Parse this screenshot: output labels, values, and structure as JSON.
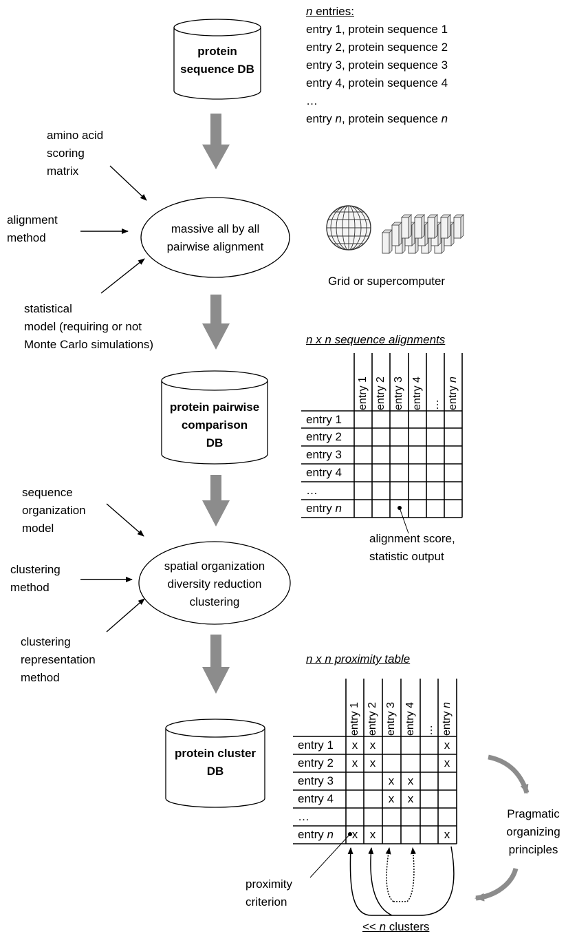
{
  "databases": {
    "sequence_db": [
      "protein",
      "sequence DB"
    ],
    "pairwise_db": [
      "protein pairwise",
      "comparison",
      "DB"
    ],
    "cluster_db": [
      "protein cluster",
      "DB"
    ]
  },
  "processes": {
    "alignment": [
      "massive all by all",
      "pairwise alignment"
    ],
    "clustering": [
      "spatial organization",
      "diversity reduction",
      "clustering"
    ]
  },
  "inputs": {
    "scoring_matrix": [
      "amino acid",
      "scoring",
      "matrix"
    ],
    "alignment_method": [
      "alignment",
      "method"
    ],
    "statistical_model": [
      "statistical",
      "model (requiring or not",
      "Monte Carlo simulations)"
    ],
    "organization_model": [
      "sequence",
      "organization",
      "model"
    ],
    "clustering_method": [
      "clustering",
      "method"
    ],
    "representation_method": [
      "clustering",
      "representation",
      "method"
    ]
  },
  "entries_list": {
    "heading_n": "n",
    "heading_rest": " entries:",
    "rows": [
      "entry 1, protein sequence 1",
      "entry 2, protein sequence 2",
      "entry 3, protein sequence 3",
      "entry 4, protein sequence 4",
      "…"
    ],
    "last_prefix": "entry ",
    "last_n": "n",
    "last_mid": ", protein sequence ",
    "last_n2": "n"
  },
  "compute": {
    "label": "Grid or supercomputer"
  },
  "alignment_table": {
    "title": "n x n sequence alignments",
    "columns": [
      "entry 1",
      "entry 2",
      "entry 3",
      "entry 4",
      "…",
      "entry n"
    ],
    "rows": [
      "entry 1",
      "entry 2",
      "entry 3",
      "entry 4",
      "…",
      "entry n"
    ],
    "annotation": [
      "alignment score,",
      "statistic output"
    ]
  },
  "proximity_table": {
    "title": "n x n proximity table",
    "columns": [
      "entry 1",
      "entry 2",
      "entry 3",
      "entry 4",
      "…",
      "entry n"
    ],
    "rows": [
      "entry 1",
      "entry 2",
      "entry 3",
      "entry 4",
      "…",
      "entry n"
    ],
    "marks": [
      [
        "x",
        "x",
        "",
        "",
        "",
        "x"
      ],
      [
        "x",
        "x",
        "",
        "",
        "",
        "x"
      ],
      [
        "",
        "",
        "x",
        "x",
        "",
        ""
      ],
      [
        "",
        "",
        "x",
        "x",
        "",
        ""
      ],
      [
        "",
        "",
        "",
        "",
        "",
        ""
      ],
      [
        "x",
        "x",
        "",
        "",
        "",
        "x"
      ]
    ],
    "annotation": [
      "proximity",
      "criterion"
    ],
    "clusters_prefix": "<< ",
    "clusters_n": "n",
    "clusters_suffix": " clusters"
  },
  "pragmatic": [
    "Pragmatic",
    "organizing",
    "principles"
  ]
}
